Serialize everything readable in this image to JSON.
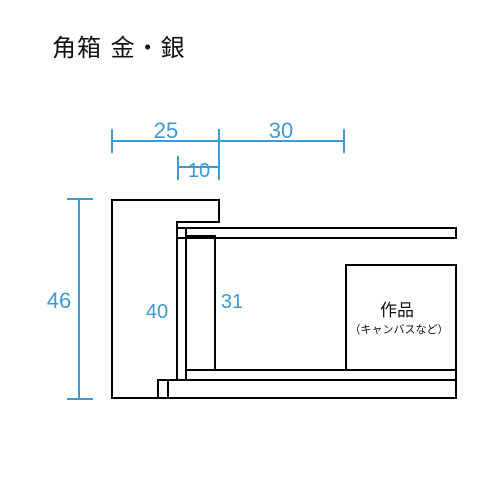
{
  "title": "角箱 金・銀",
  "dimensions": {
    "top_left": "25",
    "top_right": "30",
    "inner_small": "10",
    "outer_height": "46",
    "mid_height": "40",
    "inner_height": "31"
  },
  "artwork": {
    "label": "作品",
    "sublabel": "（キャンバスなど）"
  },
  "colors": {
    "dimension_line": "#3a9bd6",
    "outline": "#000000"
  }
}
